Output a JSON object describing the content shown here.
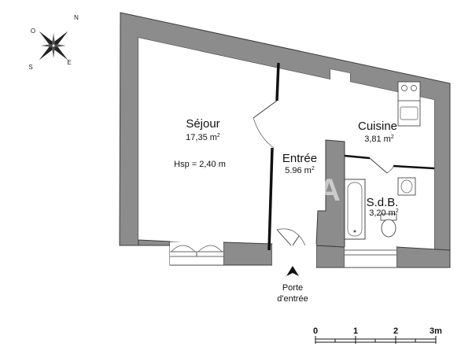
{
  "rooms": {
    "sejour": {
      "name": "Séjour",
      "area": "17,35 m",
      "sup": "2",
      "extra": "Hsp = 2,40 m"
    },
    "entree": {
      "name": "Entrée",
      "area": "5.96 m",
      "sup": "2"
    },
    "cuisine": {
      "name": "Cuisine",
      "area": "3,81 m",
      "sup": "2"
    },
    "sdb": {
      "name": "S.d.B.",
      "area": "3,20 m",
      "sup": "2"
    }
  },
  "entrance": {
    "line1": "Porte",
    "line2": "d'entrée"
  },
  "compass": {
    "n": "N",
    "e": "E",
    "s": "S",
    "o": "O"
  },
  "scale": {
    "ticks": [
      "0",
      "1",
      "2",
      "3m"
    ]
  },
  "watermark": "A",
  "colors": {
    "wall": "#8c8c8c",
    "wallStroke": "#3c3c3c",
    "ink": "#111111"
  }
}
